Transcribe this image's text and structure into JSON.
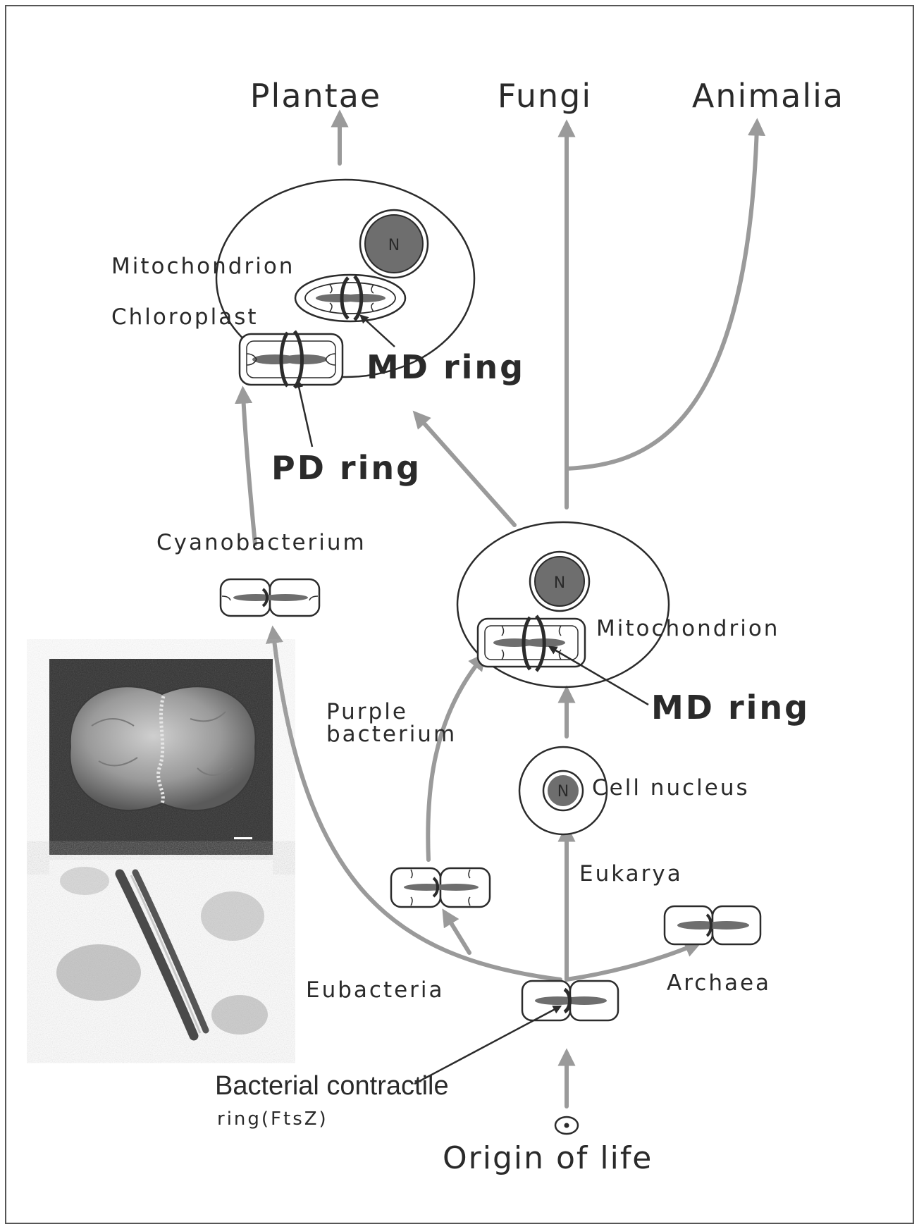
{
  "labels": {
    "plantae": "Plantae",
    "fungi": "Fungi",
    "animalia": "Animalia",
    "mitochondrion_top": "Mitochondrion",
    "chloroplast": "Chloroplast",
    "md_ring_top": "MD ring",
    "pd_ring": "PD ring",
    "cyanobacterium": "Cyanobacterium",
    "mitochondrion_mid": "Mitochondrion",
    "md_ring_mid": "MD ring",
    "purple_line1": "Purple",
    "purple_line2": "bacterium",
    "cell_nucleus": "Cell nucleus",
    "eukarya": "Eukarya",
    "eubacteria": "Eubacteria",
    "archaea": "Archaea",
    "contractile_line1": "Bacterial contractile",
    "contractile_line2": "ring(FtsZ)",
    "origin": "Origin of life",
    "nucleus_letter": "N"
  },
  "colors": {
    "arrow": "#9a9a9a",
    "outline": "#2b2b2b",
    "nucleus_fill": "#6e6e6e",
    "photo_bg": "#2e2e2e"
  }
}
